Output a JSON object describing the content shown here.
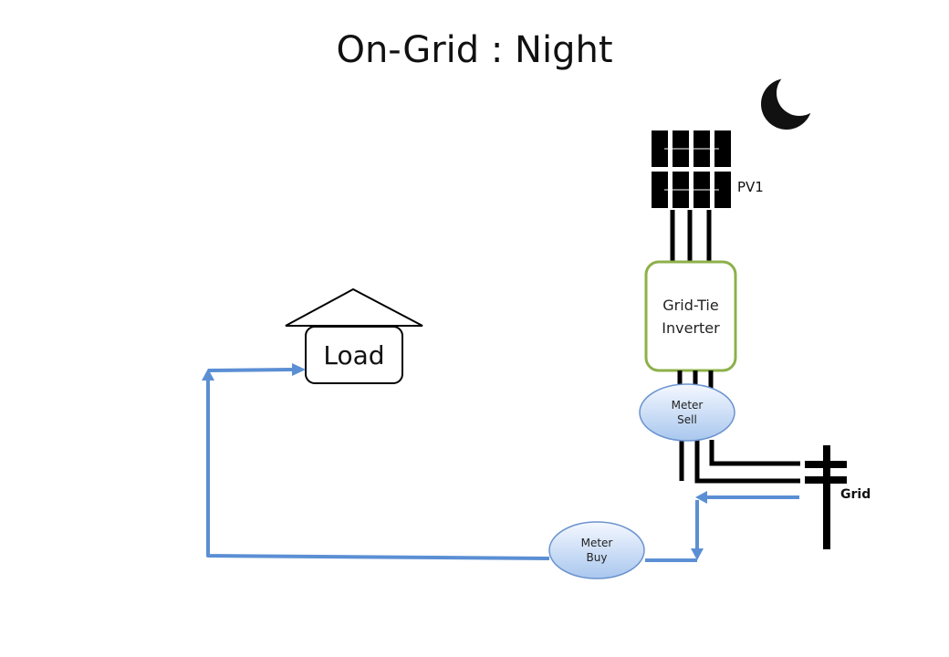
{
  "title": "On-Grid : Night",
  "colors": {
    "flow_arrow": "#5b8fd4",
    "wire": "#000000",
    "inverter_border": "#8db04a",
    "meter_fill_top": "#f4f8ff",
    "meter_fill_bottom": "#a9c7ee",
    "meter_stroke": "#6b93cf",
    "moon": "#111111"
  },
  "icons": {
    "moon": "crescent-moon-icon",
    "pv": "solar-panel-icon",
    "grid": "utility-pole-icon",
    "load": "house-icon"
  },
  "nodes": {
    "pv": {
      "label": "PV1"
    },
    "inverter": {
      "label_line1": "Grid-Tie",
      "label_line2": "Inverter"
    },
    "meter_sell": {
      "label_line1": "Meter",
      "label_line2": "Sell"
    },
    "meter_buy": {
      "label_line1": "Meter",
      "label_line2": "Buy"
    },
    "grid": {
      "label": "Grid"
    },
    "load": {
      "label": "Load"
    }
  }
}
